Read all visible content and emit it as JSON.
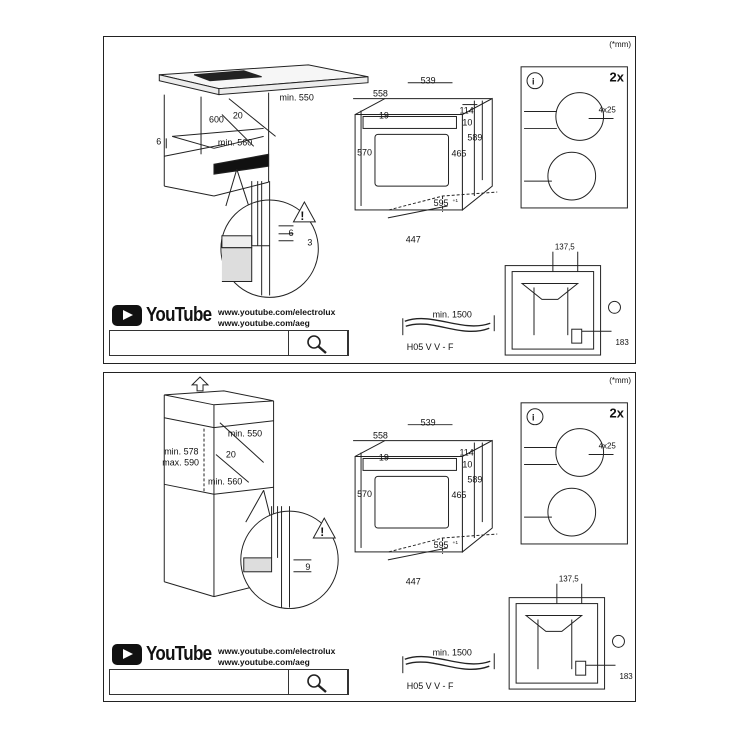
{
  "units_note": "(*mm)",
  "youtube": {
    "brand": "YouTube",
    "link_1": "www.youtube.com/electrolux",
    "link_2": "www.youtube.com/aeg"
  },
  "top": {
    "cabinet_dims": {
      "d600": "600",
      "min550": "min. 550",
      "d20": "20",
      "min560": "min. 560",
      "d6": "6"
    },
    "detail_dims": {
      "d6": "6",
      "d3": "3"
    }
  },
  "bottom": {
    "cabinet_dims": {
      "min578": "min. 578",
      "max590": "max. 590",
      "min550": "min. 550",
      "d20": "20",
      "min560": "min. 560"
    },
    "detail_dims": {
      "d9": "9"
    }
  },
  "oven": {
    "d558": "558",
    "d539": "539",
    "d19": "19",
    "d114": "114",
    "d10": "10",
    "d589": "589",
    "d570": "570",
    "d465": "465",
    "d595": "595",
    "tol": "+1",
    "d447": "447"
  },
  "screws": {
    "count": "2x",
    "size": "4x25",
    "info": "i"
  },
  "cable": {
    "min1500": "min. 1500",
    "type": "H05 V V - F"
  },
  "rear": {
    "d137_5": "137,5",
    "d183": "183"
  }
}
